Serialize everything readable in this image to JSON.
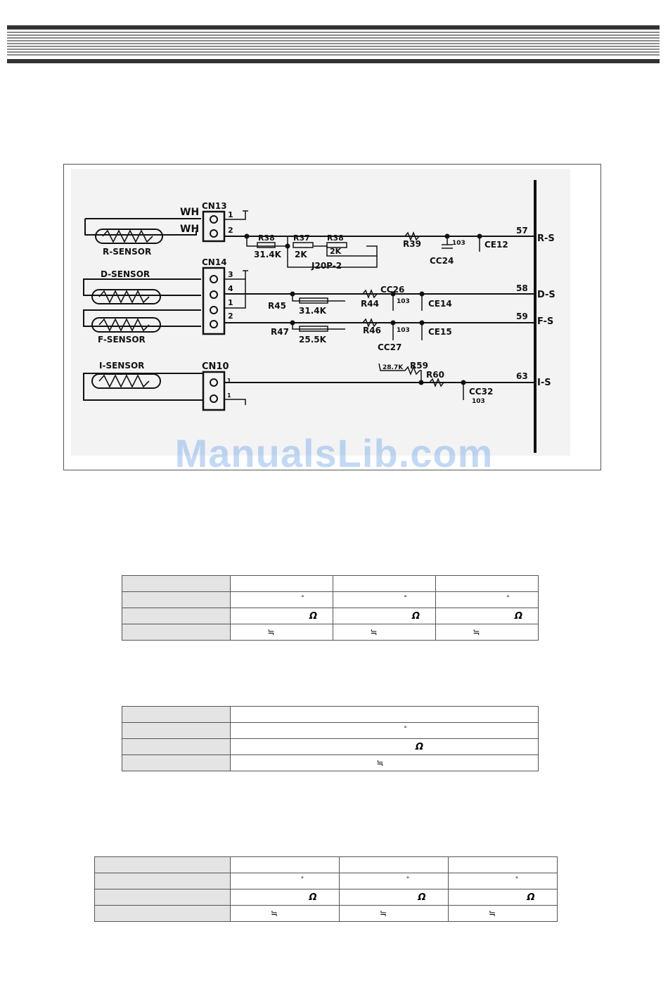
{
  "schematic": {
    "connectors": [
      "CN13",
      "CN14",
      "CN10"
    ],
    "wires": [
      "WH",
      "WH"
    ],
    "sensors": [
      "R-SENSOR",
      "D-SENSOR",
      "F-SENSOR",
      "I-SENSOR"
    ],
    "cn13_pins": [
      "1",
      "2"
    ],
    "cn14_pins": [
      "3",
      "4",
      "1",
      "2"
    ],
    "cn10_pins": [
      "1",
      "1"
    ],
    "r_line": {
      "r38a": "R38",
      "r38a_val": "31.4K",
      "r37": "R37",
      "r37_val": "2K",
      "r38b": "R38",
      "r38b_val": "2K",
      "jumper": "J20P-2",
      "r39": "R39",
      "cap_val": "103",
      "cc24": "CC24",
      "ce12": "CE12"
    },
    "d_line": {
      "r45": "R45",
      "r45_val": "31.4K",
      "r44": "R44",
      "cc26": "CC26",
      "cap_val": "103",
      "ce14": "CE14"
    },
    "f_line": {
      "r47": "R47",
      "r47_val": "25.5K",
      "r46": "R46",
      "cap_val": "103",
      "cc27": "CC27",
      "ce15": "CE15"
    },
    "i_line": {
      "r59_val": "28.7K",
      "r59": "R59",
      "r60": "R60",
      "cc32": "CC32",
      "cap_val": "103"
    },
    "pins": [
      {
        "num": "57",
        "name": "R-S"
      },
      {
        "num": "58",
        "name": "D-S"
      },
      {
        "num": "59",
        "name": "F-S"
      },
      {
        "num": "63",
        "name": "I-S"
      }
    ]
  },
  "watermark": "ManualsLib.com",
  "symbols": {
    "degree": "°",
    "ohm": "Ω",
    "approx": "≒"
  },
  "colors": {
    "table_header": "#e4e4e4",
    "watermark": "#78aaeb",
    "rule": "#333333"
  }
}
